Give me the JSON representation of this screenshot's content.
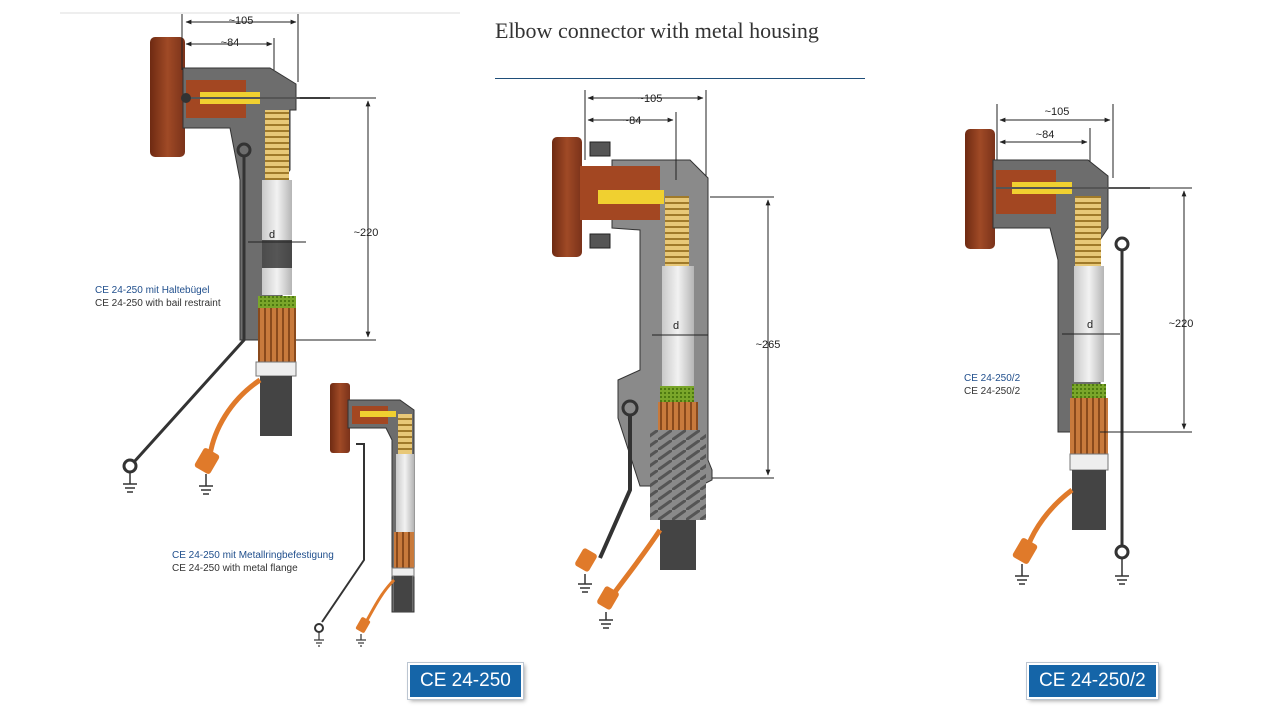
{
  "slide": {
    "title": "Elbow connector with metal housing",
    "colors": {
      "accent": "#1565a8",
      "flange": "#8b3a1e",
      "housing": "#666666",
      "copper": "#c8773a",
      "insulation_de": "#1f4e8c"
    }
  },
  "captions": {
    "bail": {
      "de": "CE 24-250 mit Haltebügel",
      "en": "CE 24-250 with bail restraint"
    },
    "flange": {
      "de": "CE 24-250 mit Metallringbefestigung",
      "en": "CE 24-250 with metal flange"
    },
    "type2": {
      "de": "CE 24-250/2",
      "en": "CE 24-250/2"
    }
  },
  "badges": {
    "left": "CE 24-250",
    "right": "CE 24-250/2"
  },
  "dimensions": {
    "width_outer": "~105",
    "width_inner": "~84",
    "height_a": "~220",
    "height_b": "~265",
    "height_c": "~220",
    "diameter": "d"
  }
}
